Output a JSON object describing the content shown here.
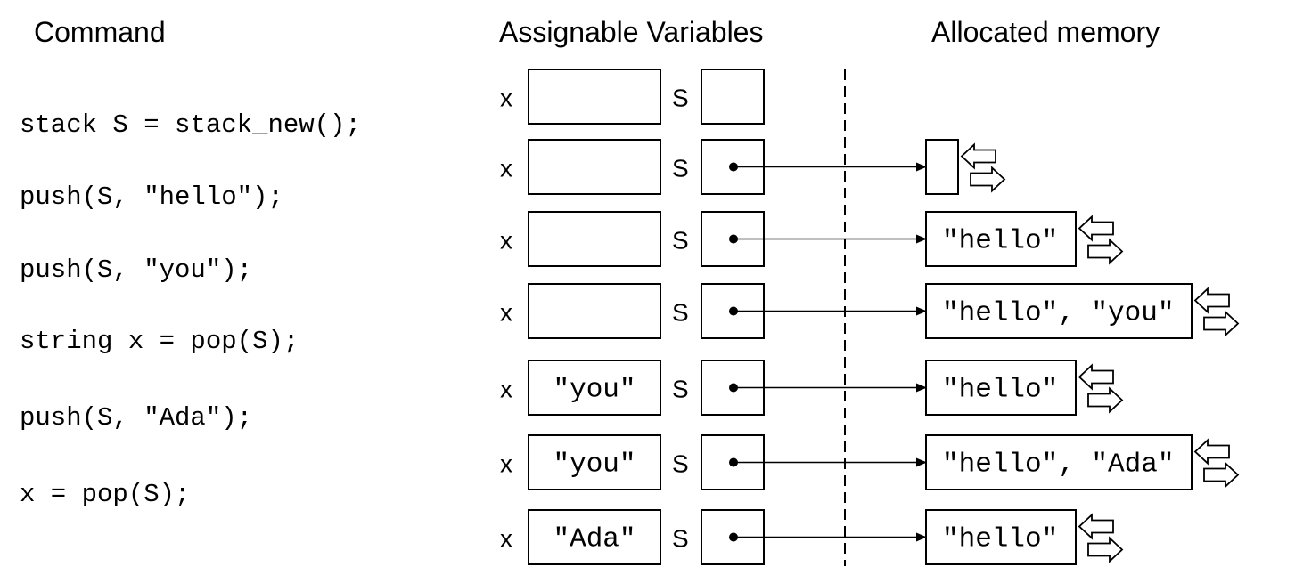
{
  "headers": {
    "command": "Command",
    "variables": "Assignable Variables",
    "memory": "Allocated memory"
  },
  "labels": {
    "x": "x",
    "s": "S"
  },
  "rows": [
    {
      "command": "stack S = stack_new();",
      "x_value": "",
      "s_has_pointer": false,
      "memory": null
    },
    {
      "command": "push(S, \"hello\");",
      "x_value": "",
      "s_has_pointer": true,
      "memory": ""
    },
    {
      "command": "push(S, \"you\");",
      "x_value": "",
      "s_has_pointer": true,
      "memory": "\"hello\""
    },
    {
      "command": "string x = pop(S);",
      "x_value": "",
      "s_has_pointer": true,
      "memory": "\"hello\", \"you\""
    },
    {
      "command": "push(S, \"Ada\");",
      "x_value": "\"you\"",
      "s_has_pointer": true,
      "memory": "\"hello\""
    },
    {
      "command": "x = pop(S);",
      "x_value": "\"you\"",
      "s_has_pointer": true,
      "memory": "\"hello\", \"Ada\""
    },
    {
      "command": "",
      "x_value": "\"Ada\"",
      "s_has_pointer": true,
      "memory": "\"hello\""
    }
  ]
}
